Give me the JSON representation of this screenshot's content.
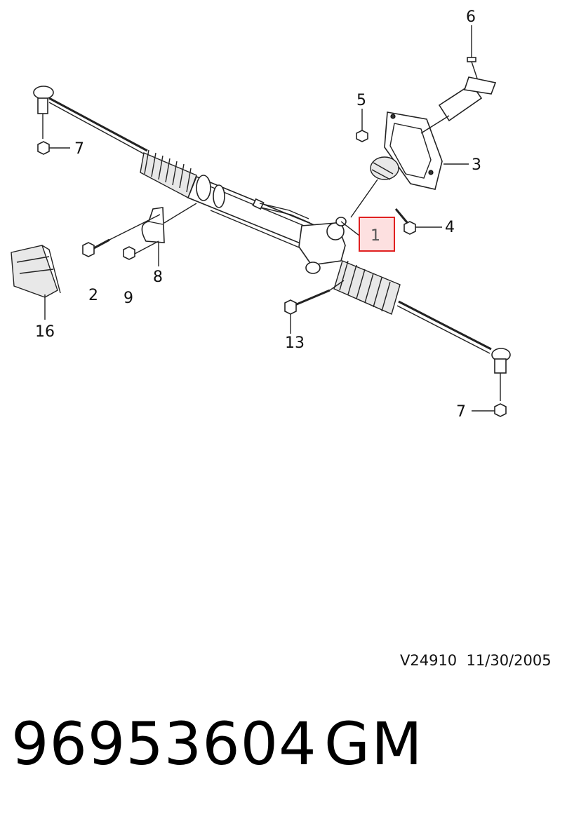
{
  "diagram": {
    "callouts": [
      {
        "id": "c1",
        "label": "1",
        "highlighted": true
      },
      {
        "id": "c2",
        "label": "2"
      },
      {
        "id": "c3",
        "label": "3"
      },
      {
        "id": "c4",
        "label": "4"
      },
      {
        "id": "c5",
        "label": "5"
      },
      {
        "id": "c6",
        "label": "6"
      },
      {
        "id": "c7a",
        "label": "7"
      },
      {
        "id": "c7b",
        "label": "7"
      },
      {
        "id": "c8",
        "label": "8"
      },
      {
        "id": "c9",
        "label": "9"
      },
      {
        "id": "c13",
        "label": "13"
      },
      {
        "id": "c16",
        "label": "16"
      }
    ],
    "highlight_color": "#e02020",
    "highlight_fill": "#fde0e0"
  },
  "footer": {
    "reference": "V24910",
    "date": "11/30/2005",
    "part_number": "96953604",
    "brand": "GM"
  }
}
